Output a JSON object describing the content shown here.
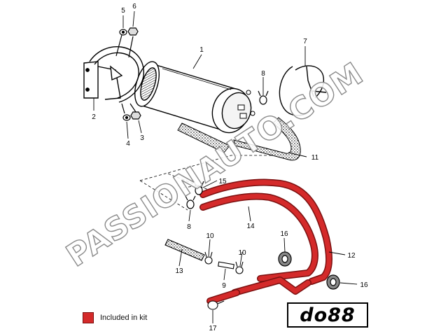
{
  "legend": {
    "label": "Included in kit"
  },
  "logo": {
    "text": "do88"
  },
  "watermark": {
    "text": "PASSIONAUTO.COM"
  },
  "part_numbers": {
    "n1": "1",
    "n2": "2",
    "n3": "3",
    "n4": "4",
    "n5": "5",
    "n6": "6",
    "n7": "7",
    "n8a": "8",
    "n8b": "8",
    "n9": "9",
    "n10a": "10",
    "n10b": "10",
    "n11": "11",
    "n12": "12",
    "n13": "13",
    "n14": "14",
    "n15": "15",
    "n16a": "16",
    "n16b": "16",
    "n17": "17"
  },
  "colors": {
    "kit_hose": "#d42a2a",
    "kit_hose_outline": "#7a1010",
    "line": "#000000"
  }
}
